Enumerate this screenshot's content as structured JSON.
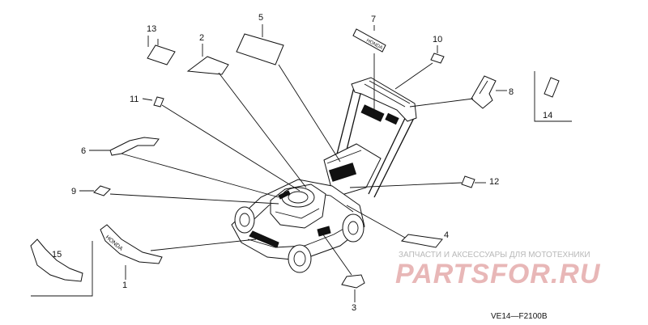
{
  "callouts": {
    "c1": "1",
    "c2": "2",
    "c3": "3",
    "c4": "4",
    "c5": "5",
    "c6": "6",
    "c7": "7",
    "c8": "8",
    "c9": "9",
    "c10": "10",
    "c11": "11",
    "c12": "12",
    "c13": "13",
    "c14": "14",
    "c15": "15"
  },
  "decal_text": {
    "honda_top": "HONDA",
    "honda_curved": "HONDA"
  },
  "diagram_code": "VE14—F2100B",
  "watermark": {
    "tagline": "ЗАПЧАСТИ И АКСЕССУАРЫ ДЛЯ МОТОТЕХНИКИ",
    "brand": "PARTSFOR.RU"
  }
}
